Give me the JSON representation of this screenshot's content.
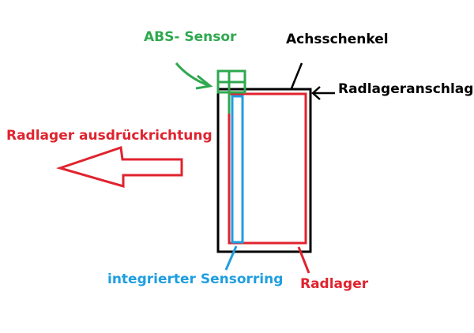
{
  "colors": {
    "green": "#2fa84f",
    "black": "#000000",
    "red": "#e0232e",
    "blue": "#1f9ee0"
  },
  "labels": {
    "abs_sensor": "ABS- Sensor",
    "achsschenkel": "Achsschenkel",
    "radlageranschlag": "Radlageranschlag",
    "ausdrueckrichtung": "Radlager ausdrückrichtung",
    "sensorring": "integrierter Sensorring",
    "radlager": "Radlager"
  }
}
